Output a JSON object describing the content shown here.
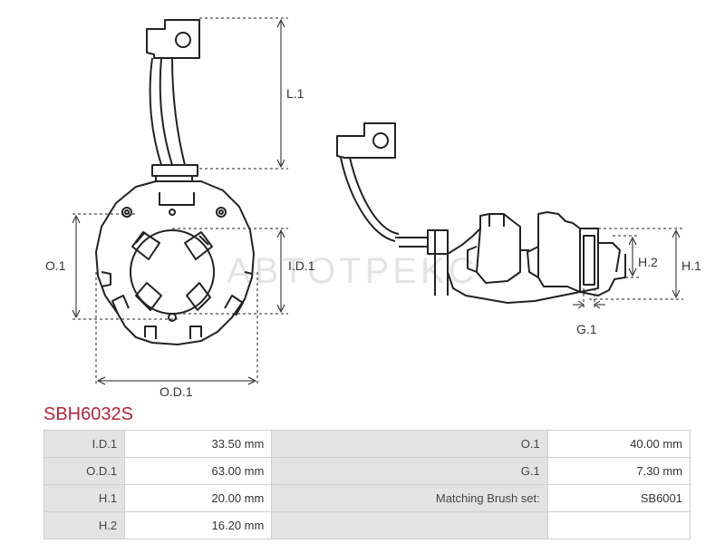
{
  "drawing": {
    "watermark": "ABTOTPEKC",
    "labels": {
      "l1": "L.1",
      "o1": "O.1",
      "id1": "I.D.1",
      "od1": "O.D.1",
      "h1": "H.1",
      "h2": "H.2",
      "g1": "G.1"
    }
  },
  "part": {
    "number": "SBH6032S",
    "color": "#b3253a"
  },
  "specs": [
    [
      {
        "label": "I.D.1",
        "value": "33.50 mm"
      },
      {
        "label": "O.1",
        "value": "40.00 mm"
      }
    ],
    [
      {
        "label": "O.D.1",
        "value": "63.00 mm"
      },
      {
        "label": "G.1",
        "value": "7.30 mm"
      }
    ],
    [
      {
        "label": "H.1",
        "value": "20.00 mm"
      },
      {
        "label": "Matching Brush set:",
        "value": "SB6001"
      }
    ],
    [
      {
        "label": "H.2",
        "value": "16.20 mm"
      },
      {
        "label": "",
        "value": ""
      }
    ]
  ]
}
